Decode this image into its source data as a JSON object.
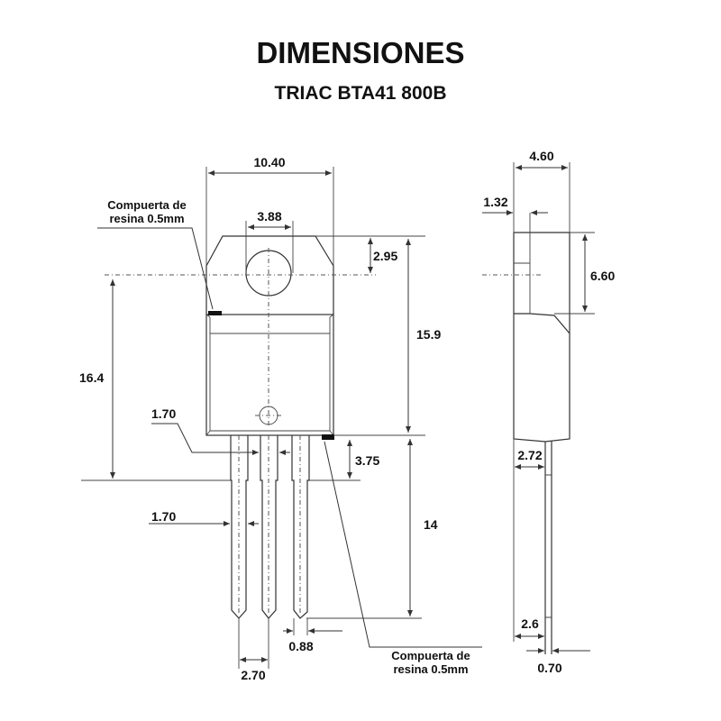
{
  "title": "DIMENSIONES",
  "subtitle": "TRIAC BTA41 800B",
  "front_view": {
    "width_total": "10.40",
    "hole_diameter": "3.88",
    "hole_offset": "2.95",
    "body_height": "15.9",
    "tab_to_lead_bend": "16.4",
    "lead_width_top": "1.70",
    "lead_width": "1.70",
    "lead_shoulder": "3.75",
    "lead_length": "14",
    "lead_thickness": "0.88",
    "lead_pitch": "2.70",
    "resin_gate_top": {
      "line1": "Compuerta de",
      "line2": "resina 0.5mm"
    },
    "resin_gate_bottom": {
      "line1": "Compuerta de",
      "line2": "resina 0.5mm"
    }
  },
  "side_view": {
    "depth_total": "4.60",
    "tab_thickness": "1.32",
    "tab_height": "6.60",
    "lead_offset": "2.72",
    "lead_offset_bottom": "2.6",
    "lead_thickness": "0.70"
  }
}
